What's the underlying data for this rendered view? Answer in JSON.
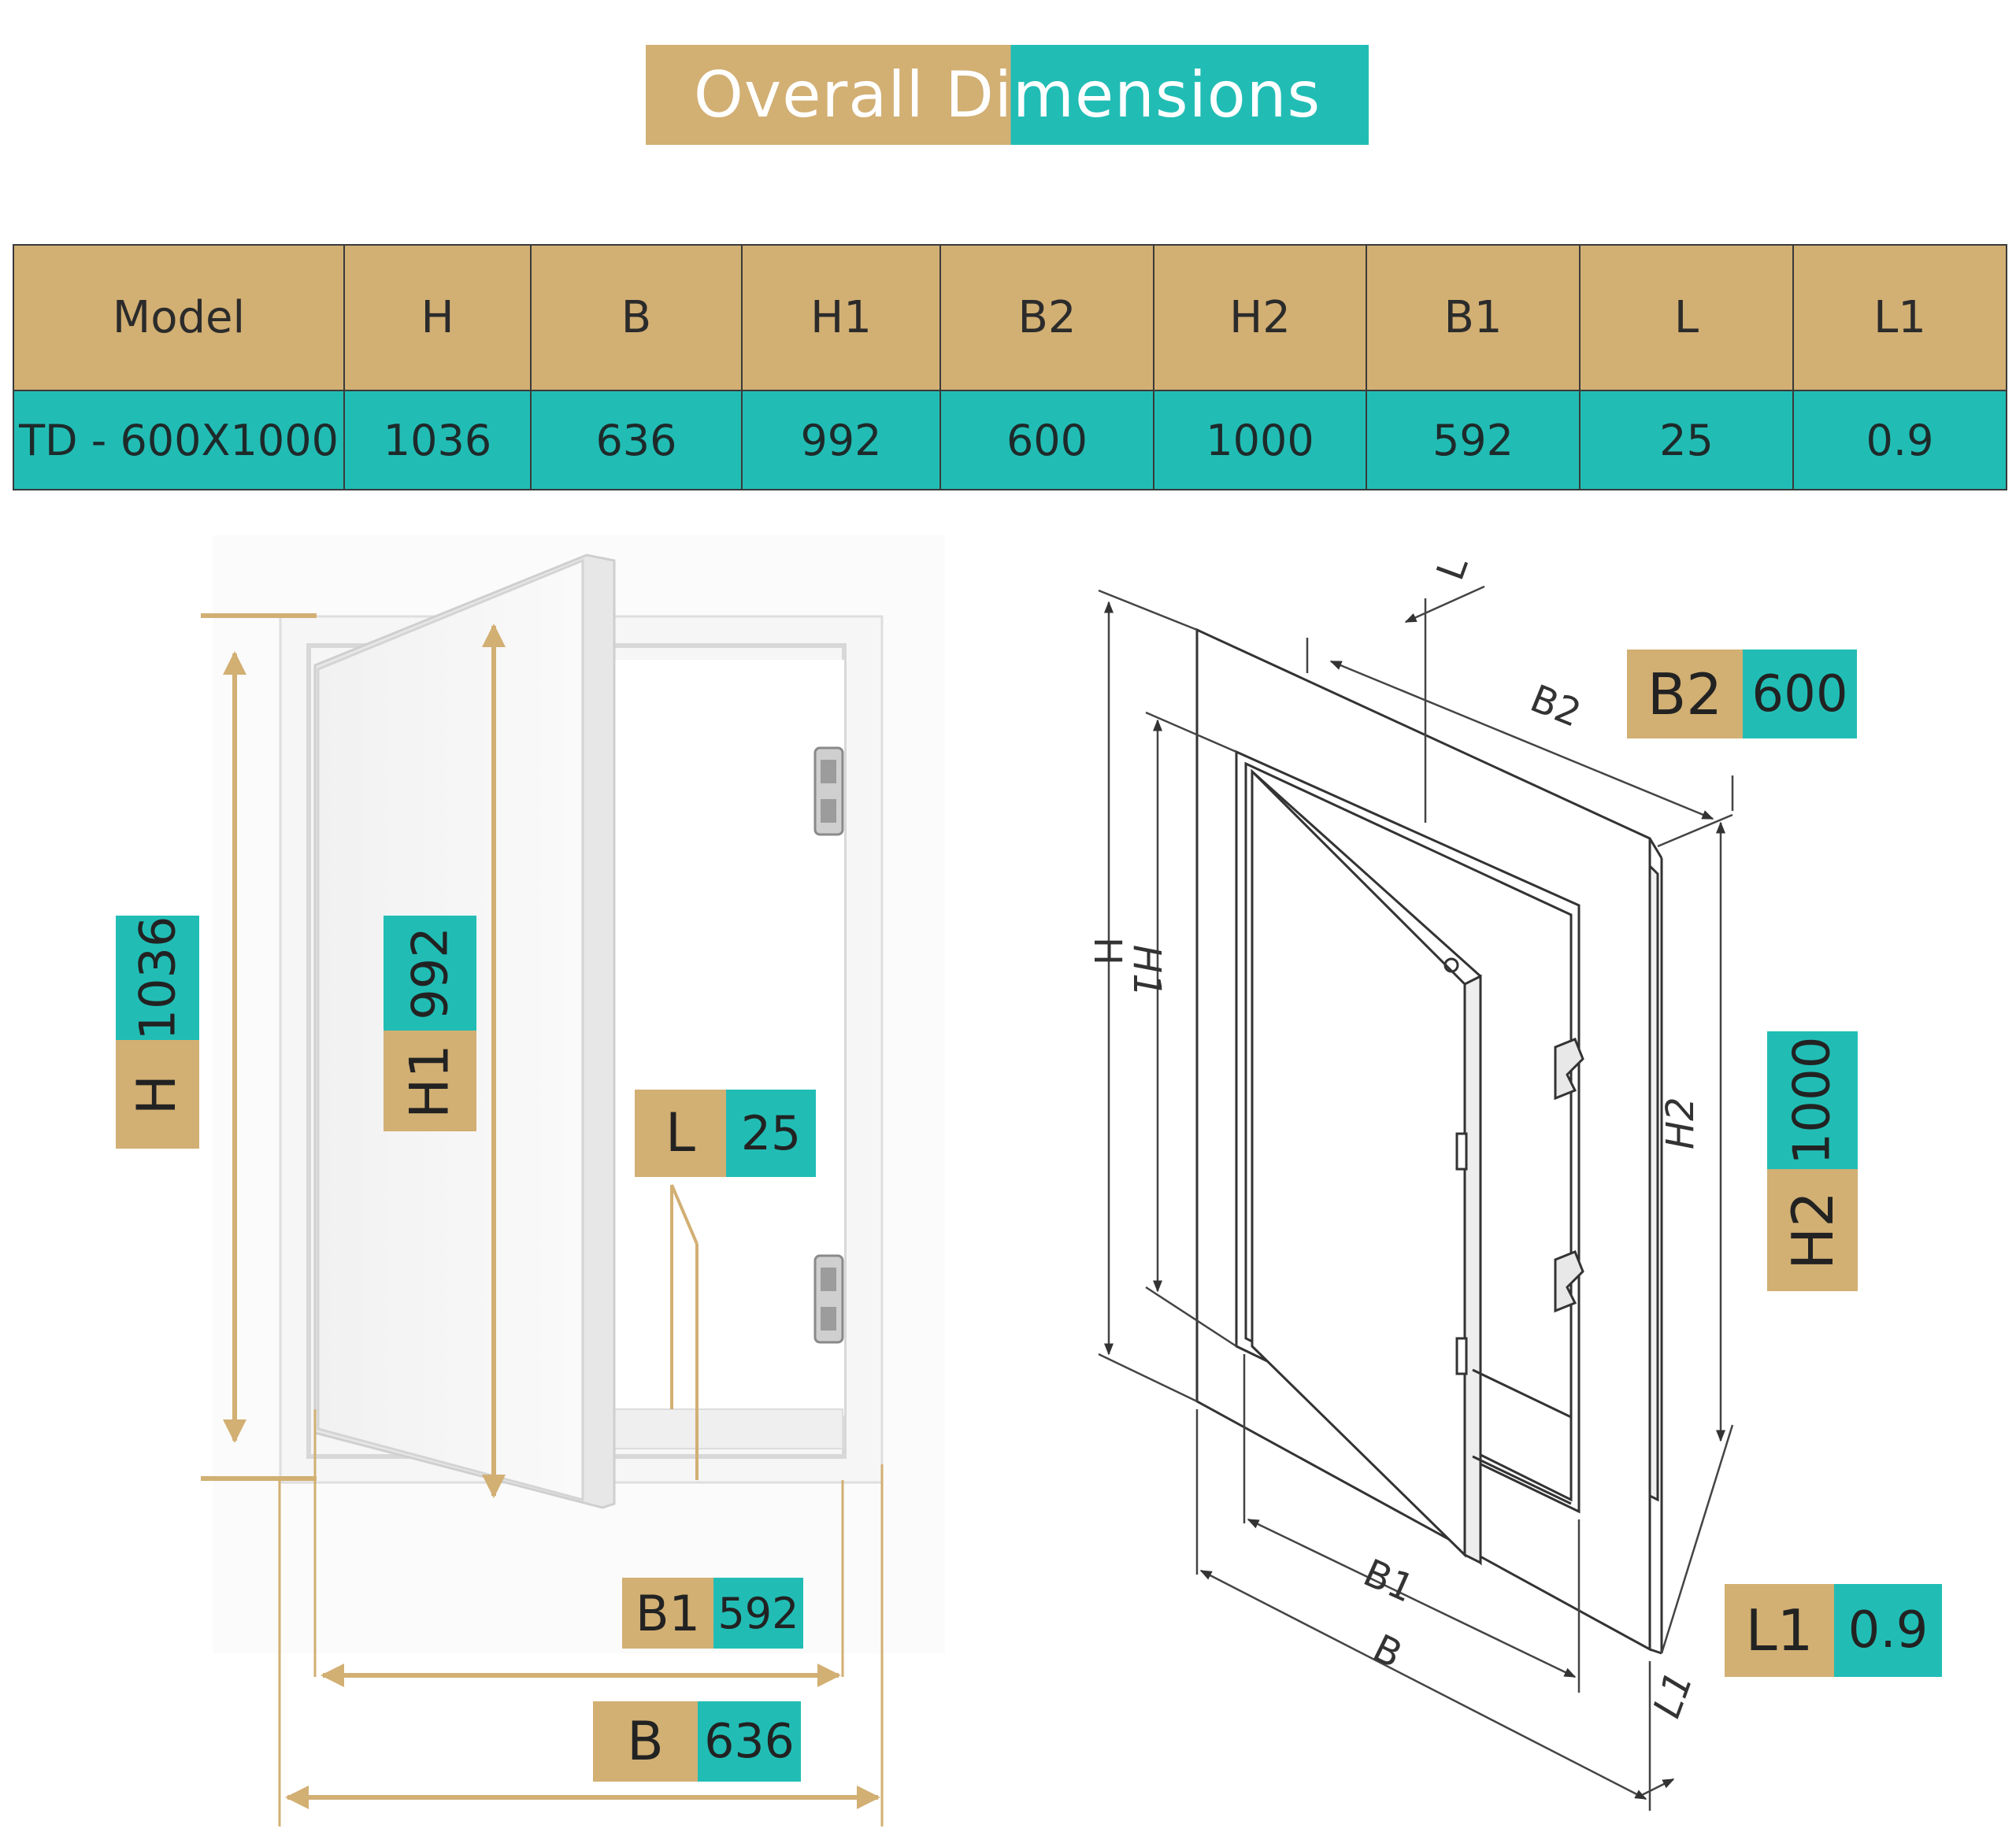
{
  "title": "Overall Dimensions",
  "table": {
    "headers": [
      "Model",
      "H",
      "B",
      "H1",
      "B2",
      "H2",
      "B1",
      "L",
      "L1"
    ],
    "row": [
      "TD - 600X1000",
      "1036",
      "636",
      "992",
      "600",
      "1000",
      "592",
      "25",
      "0.9"
    ]
  },
  "left_badges": {
    "H": {
      "key": "H",
      "value": "1036"
    },
    "H1": {
      "key": "H1",
      "value": "992"
    },
    "L": {
      "key": "L",
      "value": "25"
    },
    "B1": {
      "key": "B1",
      "value": "592"
    },
    "B": {
      "key": "B",
      "value": "636"
    }
  },
  "right_badges": {
    "B2": {
      "key": "B2",
      "value": "600"
    },
    "H2": {
      "key": "H2",
      "value": "1000"
    },
    "L1": {
      "key": "L1",
      "value": "0.9"
    }
  },
  "drawing_labels": {
    "H": "H",
    "H1": "H1",
    "H2": "H2",
    "B": "B",
    "B1": "B1",
    "B2": "B2",
    "L": "L",
    "L1": "L1"
  },
  "colors": {
    "gold": "#d2af73",
    "teal": "#21bdb5"
  }
}
